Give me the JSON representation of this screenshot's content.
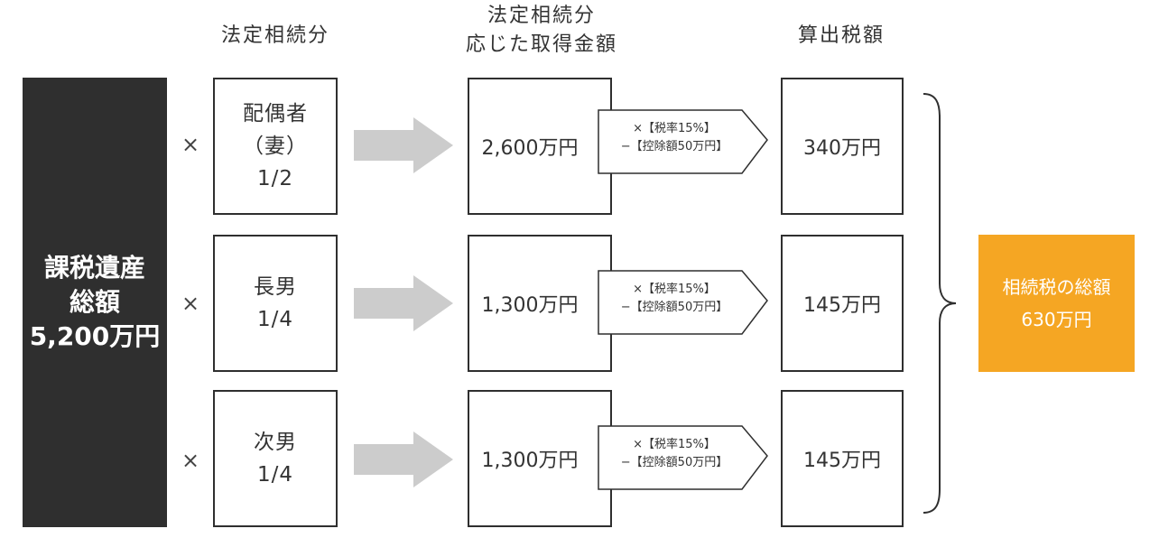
{
  "headers": {
    "share": "法定相続分",
    "acquisition_line1": "法定相続分",
    "acquisition_line2": "応じた取得金額",
    "tax": "算出税額"
  },
  "total": {
    "line1": "課税遺産",
    "line2": "総額",
    "line3": "5,200万円"
  },
  "multiply_sign": "×",
  "calc": {
    "line1": "×【税率15%】",
    "line2": "−【控除額50万円】"
  },
  "heirs": [
    {
      "share_lines": [
        "配偶者",
        "（妻）",
        "1/2"
      ],
      "acquisition": "2,600万円",
      "tax": "340万円"
    },
    {
      "share_lines": [
        "長男",
        "1/4"
      ],
      "acquisition": "1,300万円",
      "tax": "145万円"
    },
    {
      "share_lines": [
        "次男",
        "1/4"
      ],
      "acquisition": "1,300万円",
      "tax": "145万円"
    }
  ],
  "result": {
    "line1": "相続税の総額",
    "line2": "630万円"
  },
  "colors": {
    "total_bg": "#2f2f2f",
    "result_bg": "#f5a623",
    "arrow": "#cccccc"
  }
}
